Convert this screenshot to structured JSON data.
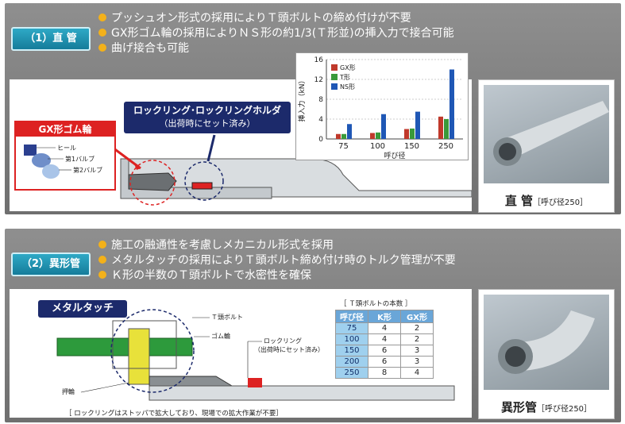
{
  "section1": {
    "label": "（1）直 管",
    "bullets": [
      "プッシュオン形式の採用によりＴ頭ボルトの締め付けが不要",
      "GX形ゴム輪の採用によりＮＳ形の約1/3(Ｔ形並)の挿入力で接合可能",
      "曲げ接合も可能"
    ],
    "gomu_title": "GX形ゴム輪",
    "gomu_parts": [
      "ヒール",
      "第1バルブ",
      "第2バルブ"
    ],
    "lock_tag_line1": "ロックリング･ロックリングホルダ",
    "lock_tag_line2": "（出荷時にセット済み）",
    "photo_caption": "直 管",
    "photo_sub": "［呼び径250］"
  },
  "chart_data": {
    "type": "bar",
    "categories": [
      "75",
      "100",
      "150",
      "250"
    ],
    "series": [
      {
        "name": "GX形",
        "values": [
          1.0,
          1.2,
          2.0,
          4.5
        ],
        "color": "#c0392b"
      },
      {
        "name": "T形",
        "values": [
          1.0,
          1.3,
          2.1,
          4.0
        ],
        "color": "#3a9a3a"
      },
      {
        "name": "NS形",
        "values": [
          3.0,
          5.0,
          5.5,
          14.0
        ],
        "color": "#1f57b5"
      }
    ],
    "ylabel": "挿入力（kN）",
    "xlabel": "呼び径",
    "ylim": [
      0,
      16
    ],
    "yticks": [
      "0",
      "4",
      "8",
      "12",
      "16"
    ],
    "grid": true,
    "legend": "top-left"
  },
  "section2": {
    "label": "（2）異形管",
    "bullets": [
      "施工の融通性を考慮しメカニカル形式を採用",
      "メタルタッチの採用によりＴ頭ボルト締め付け時のトルク管理が不要",
      "Ｋ形の半数のＴ頭ボルトで水密性を確保"
    ],
    "metal_tag": "メタルタッチ",
    "part_bolt": "Ｔ頭ボルト",
    "part_gomu": "ゴム輪",
    "part_lock": "ロックリング",
    "part_lock_sub": "（出荷時にセット済み）",
    "part_oshiwa": "押輪",
    "bottom_note": "［ ロックリングはストッパで拡大しており、現場での拡大作業が不要］",
    "table_title": "［ Ｔ頭ボルトの本数 ］",
    "table_headers": [
      "呼び径",
      "K形",
      "GX形"
    ],
    "table_rows": [
      [
        "75",
        "4",
        "2"
      ],
      [
        "100",
        "4",
        "2"
      ],
      [
        "150",
        "6",
        "3"
      ],
      [
        "200",
        "6",
        "3"
      ],
      [
        "250",
        "8",
        "4"
      ]
    ],
    "photo_caption": "異形管",
    "photo_sub": "［呼び径250］"
  }
}
